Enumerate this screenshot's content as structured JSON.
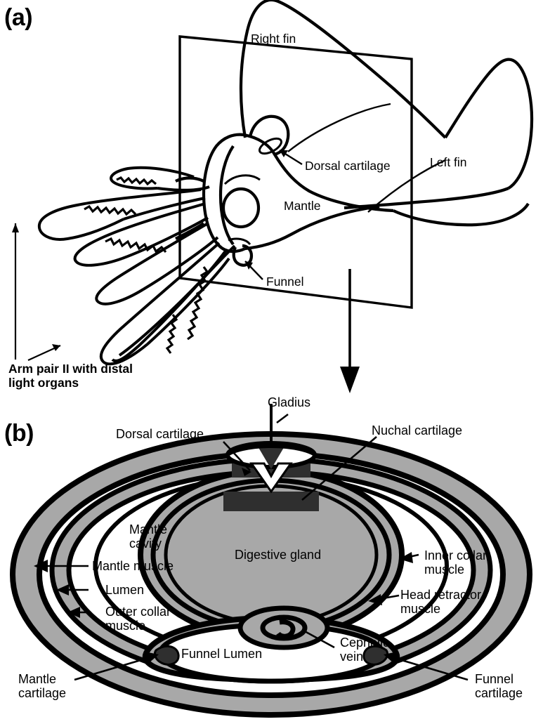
{
  "figure": {
    "type": "anatomical-diagram",
    "subject": "squid anatomy",
    "panels": [
      {
        "id": "a",
        "letter": "(a)",
        "description": "lateral whole-animal view of squid with section plane"
      },
      {
        "id": "b",
        "letter": "(b)",
        "description": "transverse cross-section through mantle, funnel and head"
      }
    ]
  },
  "panel_a": {
    "letter": "(a)",
    "labels": {
      "right_fin": "Right fin",
      "left_fin": "Left fin",
      "dorsal_cartilage": "Dorsal cartilage",
      "mantle": "Mantle",
      "funnel": "Funnel",
      "arm_pair": "Arm pair II with distal\nlight organs"
    }
  },
  "section_arrow": {
    "label": "Gladius"
  },
  "panel_b": {
    "letter": "(b)",
    "labels": {
      "gladius": "Gladius",
      "dorsal_cartilage": "Dorsal cartilage",
      "nuchal_cartilage": "Nuchal cartilage",
      "mantle_cavity": "Mantle\ncavity",
      "mantle_muscle": "Mantle muscle",
      "lumen": "Lumen",
      "outer_collar_muscle": "Outer collar\nmuscle",
      "digestive_gland": "Digestive gland",
      "inner_collar_muscle": "Inner collar\nmuscle",
      "head_retractor_muscle": "Head retractor\nmuscle",
      "funnel_lumen": "Funnel Lumen",
      "cephalic_vein": "Cephalic\nvein",
      "mantle_cartilage": "Mantle\ncartilage",
      "funnel_cartilage": "Funnel\ncartilage"
    }
  },
  "colors": {
    "line": "#000000",
    "tissue_gray": "#a8a8a8",
    "cartilage_dark": "#2f2f2f",
    "background": "#ffffff"
  }
}
